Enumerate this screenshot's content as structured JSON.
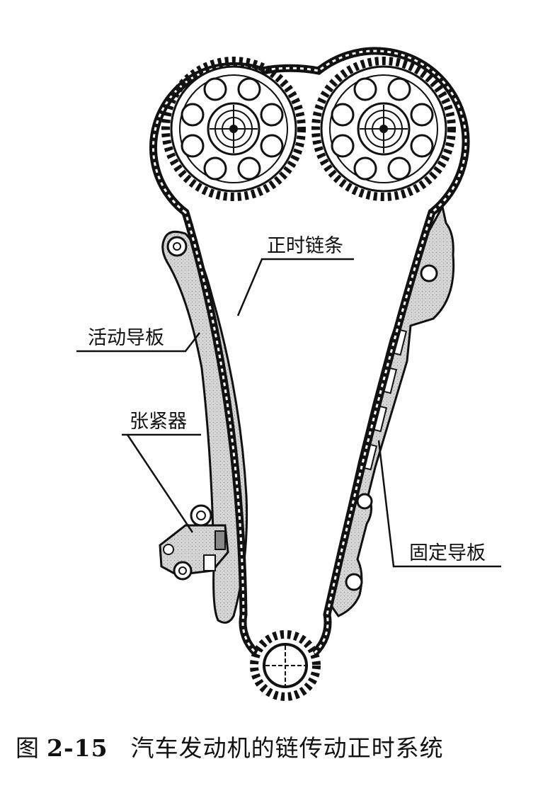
{
  "labels": {
    "timing_chain": "正时链条",
    "active_guide": "活动导板",
    "tensioner": "张紧器",
    "fixed_guide": "固定导板"
  },
  "caption": {
    "prefix": "图",
    "number": "2-15",
    "title": "汽车发动机的链传动正时系统"
  }
}
